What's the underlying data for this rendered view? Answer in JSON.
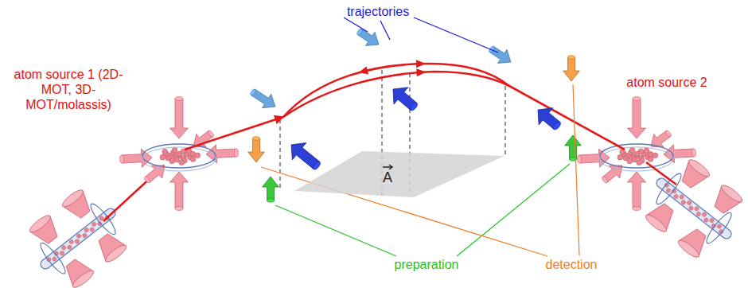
{
  "diagram": {
    "nodes": [
      {
        "text": [
          "A"
        ]
      }
    ],
    "labels": [
      "trajectories",
      "atom source 1 (2D-MOT, 3D-MOT/molassis)",
      "atom source 2",
      "preparation",
      "detection"
    ]
  }
}
